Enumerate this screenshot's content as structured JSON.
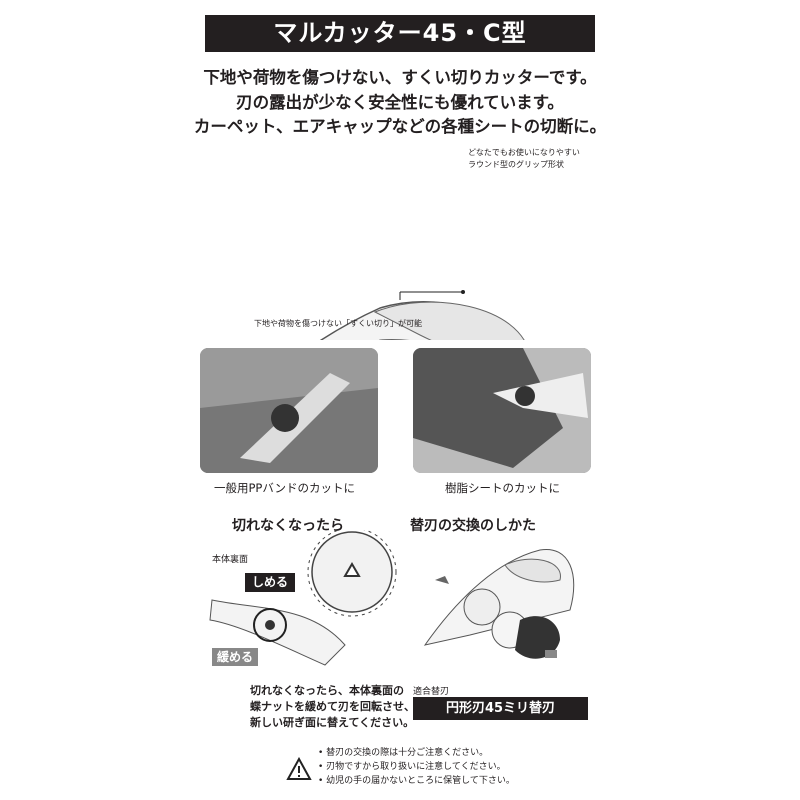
{
  "title": "マルカッター45・C型",
  "lead": [
    "下地や荷物を傷つけない、すくい切りカッターです。",
    "刃の露出が少なく安全性にも優れています。",
    "カーペット、エアキャップなどの各種シートの切断に。"
  ],
  "callouts": {
    "grip_line1": "どなたでもお使いになりやすい",
    "grip_line2": "ラウンド型のグリップ形状",
    "bottom": "下地や荷物を傷つけない「すくい切り」が可能"
  },
  "photos": [
    {
      "caption": "一般用PPバンドのカットに"
    },
    {
      "caption": "樹脂シートのカットに"
    }
  ],
  "dull": {
    "heading": "切れなくなったら",
    "back_label": "本体裏面",
    "tighten": "しめる",
    "loosen": "緩める",
    "text": [
      "切れなくなったら、本体裏面の",
      "蝶ナットを緩めて刃を回転させ、",
      "新しい研ぎ面に替えてください。"
    ]
  },
  "replace": {
    "heading": "替刃の交換のしかた",
    "compatible_label": "適合替刃",
    "blade_name": "円形刃45ミリ替刃"
  },
  "warnings": [
    "替刃の交換の際は十分ご注意ください。",
    "刃物ですから取り扱いに注意してください。",
    "幼児の手の届かないところに保管して下さい。"
  ],
  "icons": {
    "warning": "warning-triangle-icon"
  }
}
